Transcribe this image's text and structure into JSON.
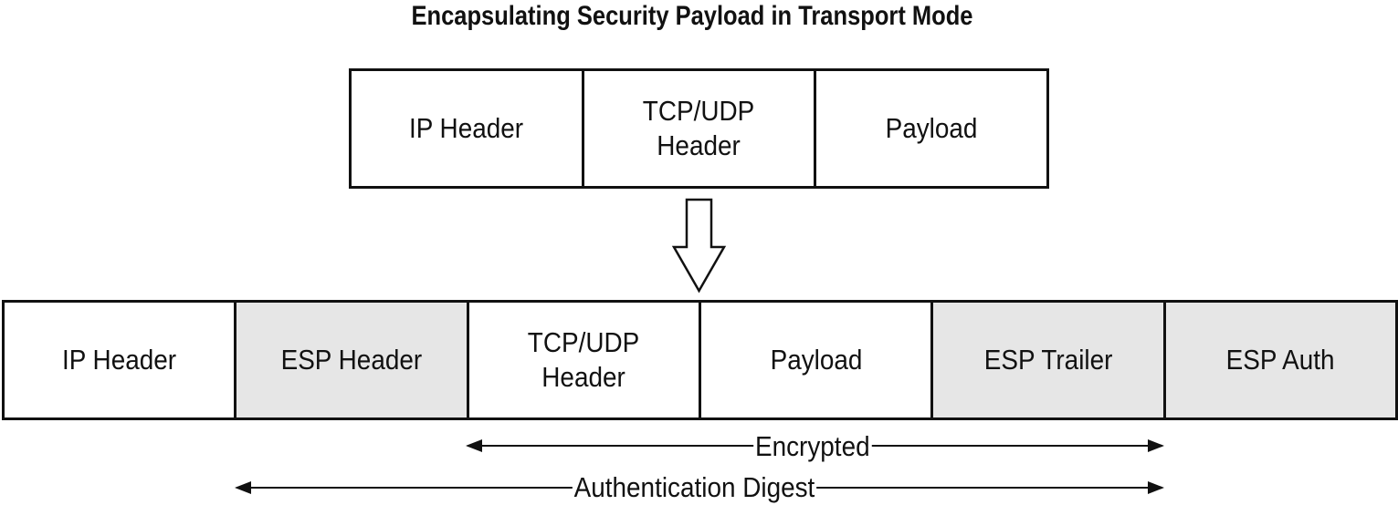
{
  "title": "Encapsulating Security Payload in Transport Mode",
  "original_packet": {
    "fields": [
      {
        "label": "IP Header",
        "shaded": false
      },
      {
        "label": "TCP/UDP\nHeader",
        "shaded": false
      },
      {
        "label": "Payload",
        "shaded": false
      }
    ]
  },
  "esp_packet": {
    "fields": [
      {
        "label": "IP Header",
        "shaded": false
      },
      {
        "label": "ESP Header",
        "shaded": true
      },
      {
        "label": "TCP/UDP\nHeader",
        "shaded": false
      },
      {
        "label": "Payload",
        "shaded": false
      },
      {
        "label": "ESP Trailer",
        "shaded": true
      },
      {
        "label": "ESP Auth",
        "shaded": true
      }
    ]
  },
  "spans": {
    "encrypted": "Encrypted",
    "authentication": "Authentication Digest"
  },
  "colors": {
    "line": "#111111",
    "shaded_field": "#e6e6e6",
    "background": "#ffffff"
  }
}
